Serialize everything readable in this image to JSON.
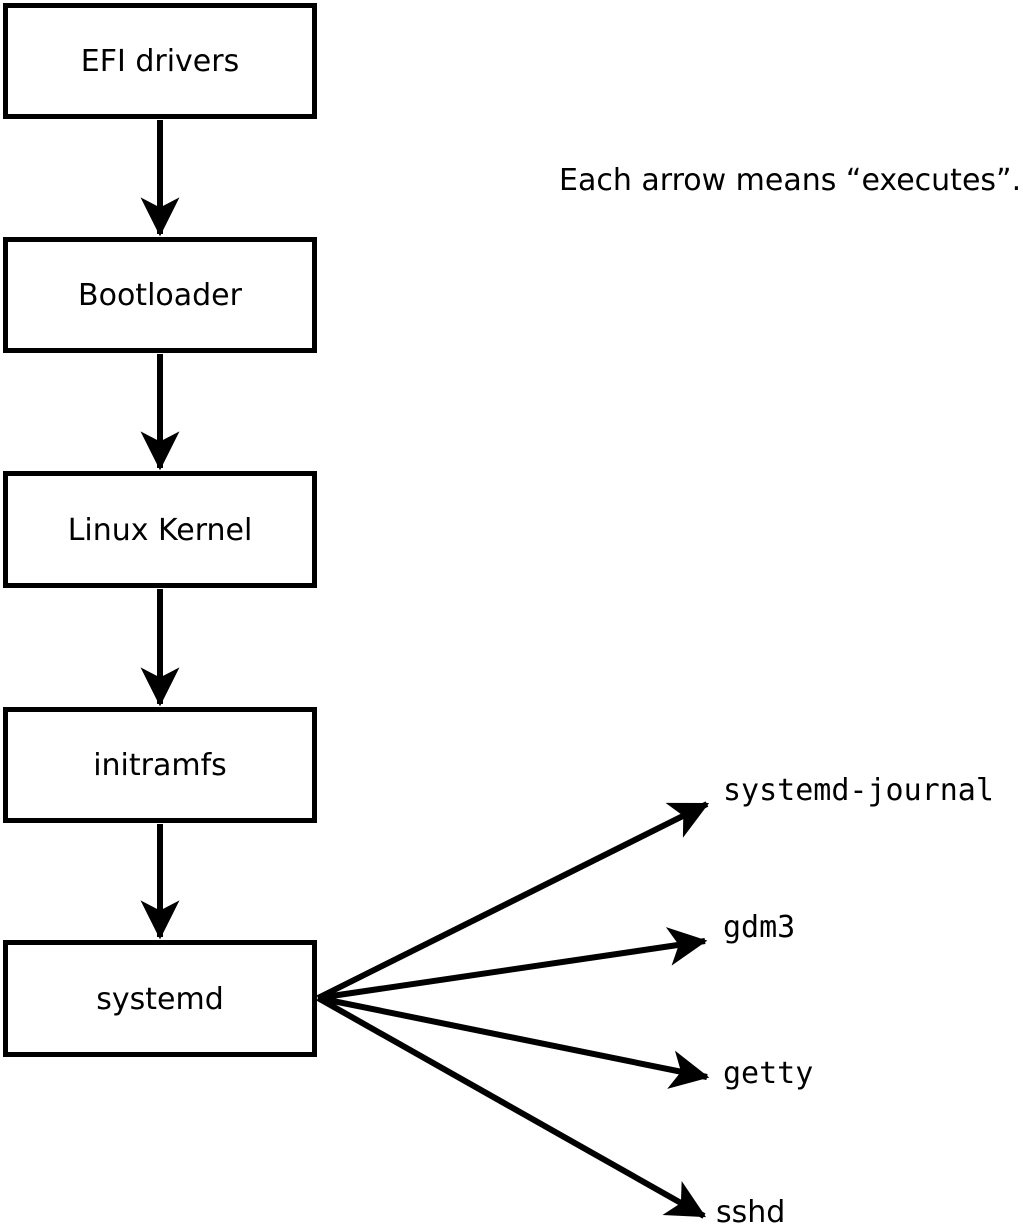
{
  "caption": "Each arrow means “executes”.",
  "arrow_meaning": "executes",
  "chain": [
    {
      "label": "EFI drivers"
    },
    {
      "label": "Bootloader"
    },
    {
      "label": "Linux Kernel"
    },
    {
      "label": "initramfs"
    },
    {
      "label": "systemd"
    }
  ],
  "spawned": [
    {
      "label": "systemd-journal"
    },
    {
      "label": "gdm3"
    },
    {
      "label": "getty"
    },
    {
      "label": "sshd"
    }
  ],
  "colors": {
    "background": "#ffffff",
    "box_fill": "#ffffff",
    "line": "#000000",
    "text": "#000000"
  }
}
